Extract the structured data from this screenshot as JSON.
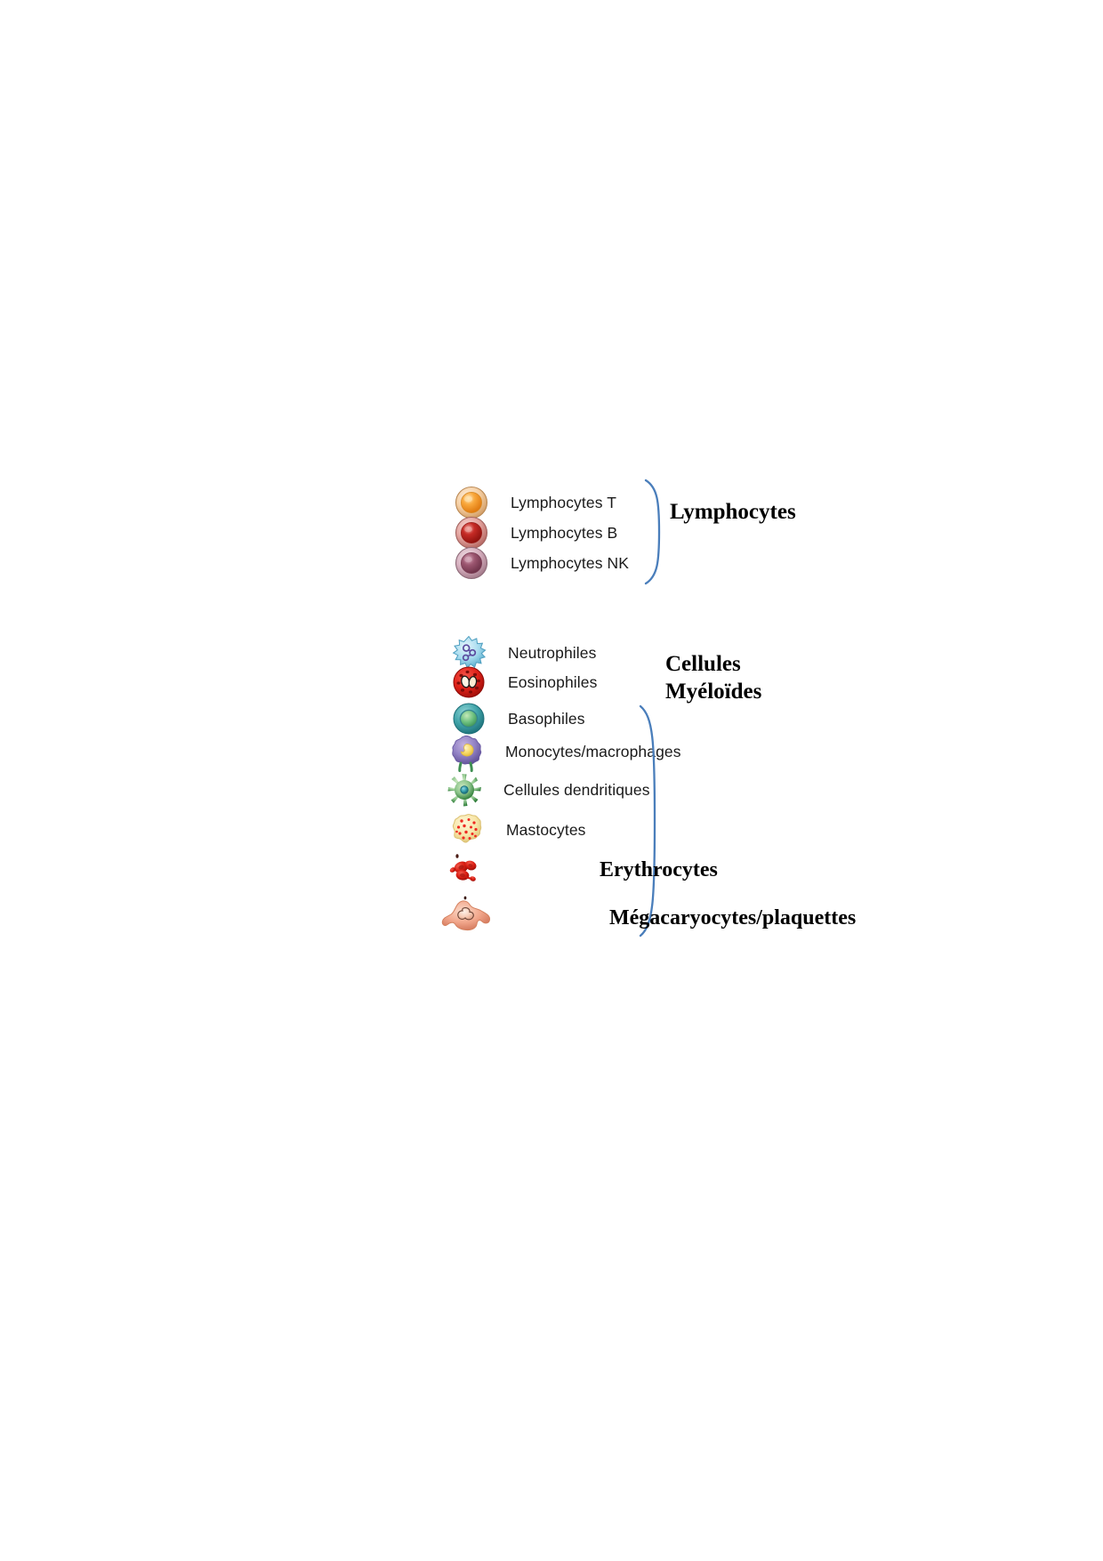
{
  "figure": {
    "title": "Hematopoietic cell lineages legend",
    "language": "fr",
    "background": "#ffffff",
    "bracket_color": "#4a7ebb"
  },
  "groups": [
    {
      "id": "lymphocytes",
      "caption": "Lymphocytes",
      "caption_color": "#000000",
      "cells": [
        {
          "id": "lymphocyte-t",
          "label": "Lymphocytes T",
          "icon": "lymphocyte-t-icon",
          "colors": {
            "outer": "#f3c79a",
            "rim": "#d8a26a",
            "core": "#f39324",
            "highlight": "#fdd9a0"
          }
        },
        {
          "id": "lymphocyte-b",
          "label": "Lymphocytes B",
          "icon": "lymphocyte-b-icon",
          "colors": {
            "outer": "#e39b96",
            "rim": "#b9615c",
            "core": "#b7201f",
            "highlight": "#e8807c"
          }
        },
        {
          "id": "lymphocyte-nk",
          "label": "Lymphocytes NK",
          "icon": "lymphocyte-nk-icon",
          "colors": {
            "outer": "#d8b2c0",
            "rim": "#a9818f",
            "core": "#8c4f66",
            "highlight": "#c692a6"
          }
        }
      ]
    },
    {
      "id": "myeloid",
      "caption": "Cellules\nMyéloïdes",
      "caption_color": "#000000",
      "cells": [
        {
          "id": "neutrophile",
          "label": "Neutrophiles",
          "icon": "neutrophil-icon",
          "colors": {
            "body": "#a7dcef",
            "edge": "#4fa8c9",
            "nucleus": "#5b4a9e"
          }
        },
        {
          "id": "eosinophile",
          "label": "Eosinophiles",
          "icon": "eosinophil-icon",
          "colors": {
            "body": "#e8211a",
            "granule": "#8c0f0c",
            "nucleus": "#fdf4e2"
          }
        },
        {
          "id": "basophile",
          "label": "Basophiles",
          "icon": "basophil-icon",
          "colors": {
            "body": "#3fa3a8",
            "nucleus": "#6cc07e"
          }
        },
        {
          "id": "monocyte",
          "label": "Monocytes/macrophages",
          "icon": "monocyte-icon",
          "colors": {
            "body": "#8f7cc0",
            "nucleus": "#f6d96a"
          }
        },
        {
          "id": "dendritique",
          "label": "Cellules dendritiques",
          "icon": "dendritic-cell-icon",
          "colors": {
            "body": "#8cc48a",
            "edge": "#2f7d3a",
            "nucleus": "#2e9aa8"
          }
        },
        {
          "id": "mastocyte",
          "label": "Mastocytes",
          "icon": "mast-cell-icon",
          "colors": {
            "body": "#f7e6a8",
            "edge": "#d9bf6a",
            "granule": "#ee2b22"
          }
        }
      ]
    }
  ],
  "standalone": [
    {
      "id": "erythrocytes",
      "label": "Erythrocytes",
      "icon": "erythrocyte-icon",
      "colors": {
        "body": "#e02015",
        "shade": "#a3140c"
      }
    },
    {
      "id": "megacaryocytes",
      "label": "Mégacaryocytes/plaquettes",
      "icon": "megakaryocyte-icon",
      "colors": {
        "body": "#f2a88d",
        "edge": "#d98468",
        "nucleus": "#f8cdb9"
      }
    }
  ]
}
